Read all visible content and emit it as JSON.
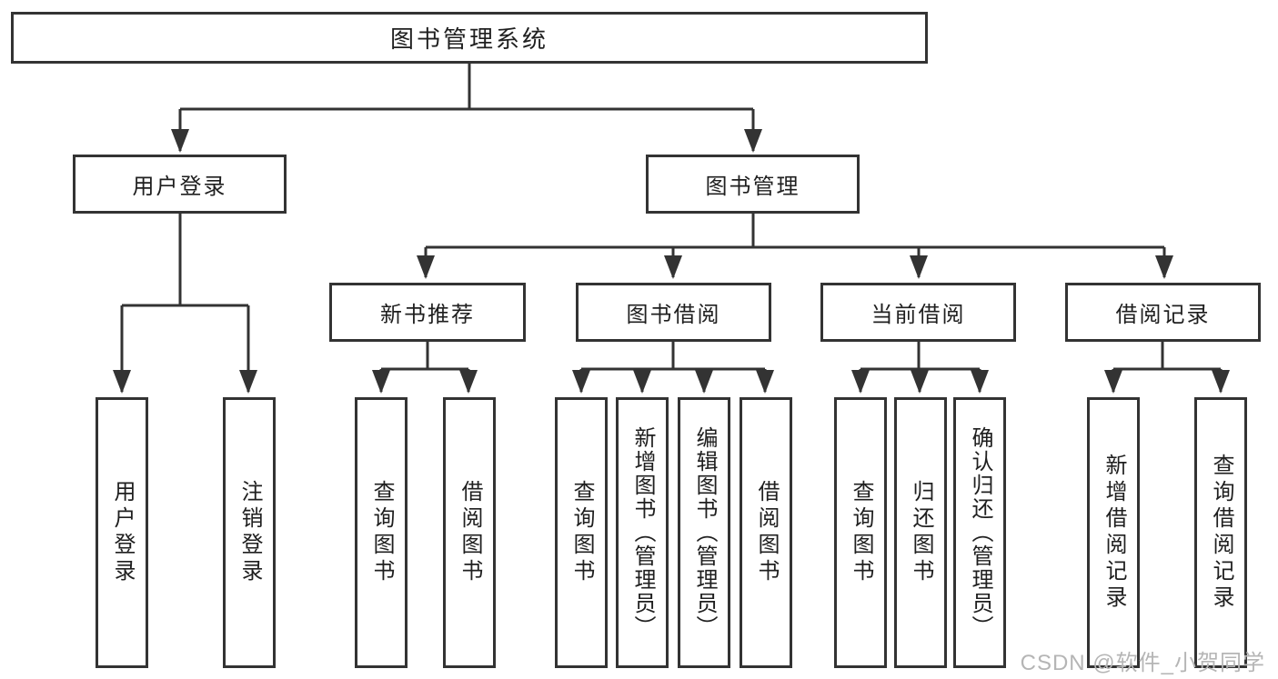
{
  "tree": {
    "root": {
      "label": "图书管理系统"
    },
    "branches": [
      {
        "label": "用户登录",
        "leaves": [
          {
            "label": "用户登录"
          },
          {
            "label": "注销登录"
          }
        ]
      },
      {
        "label": "图书管理",
        "groups": [
          {
            "label": "新书推荐",
            "leaves": [
              {
                "label": "查询图书"
              },
              {
                "label": "借阅图书"
              }
            ]
          },
          {
            "label": "图书借阅",
            "leaves": [
              {
                "label": "查询图书"
              },
              {
                "label": "新增图书（管理员）"
              },
              {
                "label": "编辑图书（管理员）"
              },
              {
                "label": "借阅图书"
              }
            ]
          },
          {
            "label": "当前借阅",
            "leaves": [
              {
                "label": "查询图书"
              },
              {
                "label": "归还图书"
              },
              {
                "label": "确认归还（管理员）"
              }
            ]
          },
          {
            "label": "借阅记录",
            "leaves": [
              {
                "label": "新增借阅记录"
              },
              {
                "label": "查询借阅记录"
              }
            ]
          }
        ]
      }
    ]
  },
  "watermark": "CSDN @软件_小贺同学",
  "colors": {
    "line": "#333333",
    "text": "#1f1f1f",
    "background": "#ffffff",
    "watermark": "#b5b5b5"
  }
}
